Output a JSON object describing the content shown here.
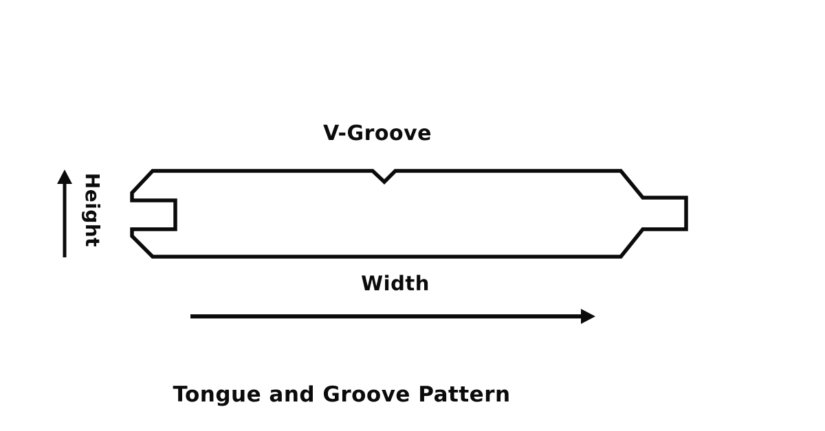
{
  "diagram": {
    "title": "Tongue and Groove Pattern",
    "labels": {
      "v_groove": "V-Groove",
      "height": "Height",
      "width": "Width"
    },
    "arrows": {
      "height_direction": "up",
      "width_direction": "right"
    },
    "colors": {
      "line": "#0b0b0b",
      "fill": "#ffffff",
      "text": "#0b0b0b",
      "background": "#ffffff"
    }
  }
}
